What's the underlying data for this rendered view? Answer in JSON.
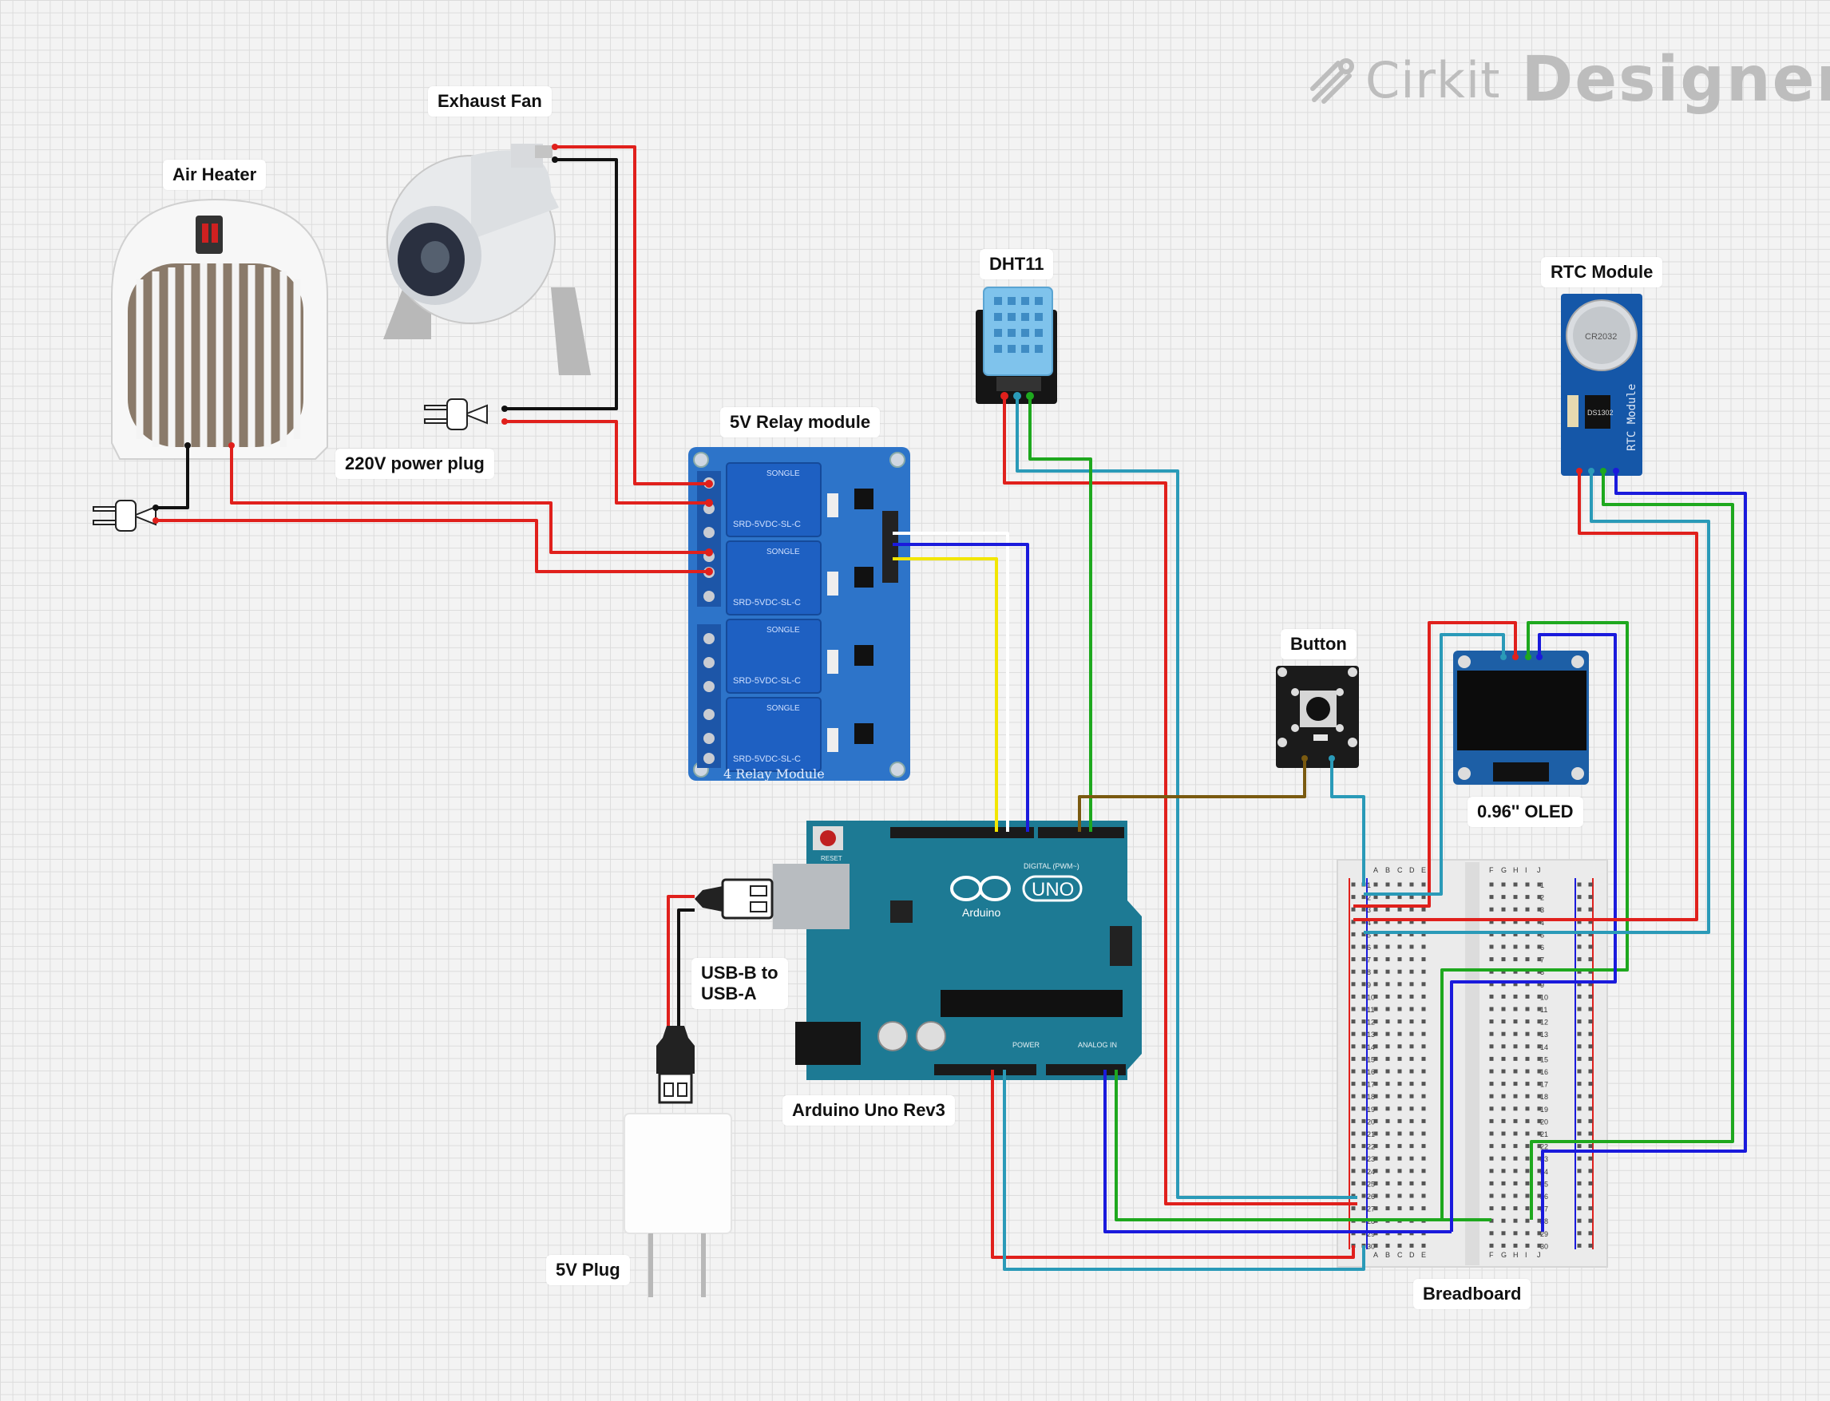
{
  "brand": {
    "name": "Cirkit",
    "product": "Designer",
    "logo_icon": "cirkit-logo-icon"
  },
  "components": {
    "air_heater": "Air Heater",
    "exhaust_fan": "Exhaust Fan",
    "power_plug_220v": "220V power plug",
    "relay_module": "5V Relay module",
    "dht11": "DHT11",
    "rtc_module": "RTC Module",
    "button": "Button",
    "oled": "0.96'' OLED",
    "arduino": "Arduino Uno Rev3",
    "usb_cable_line1": "USB-B to",
    "usb_cable_line2": "USB-A",
    "plug_5v": "5V Plug",
    "breadboard": "Breadboard"
  },
  "relay_board": {
    "silk": "4 Relay Module",
    "relay_brand": "SONGLE",
    "relay_model": "SRD-5VDC-SL-C"
  },
  "rtc_board": {
    "battery": "CR2032",
    "chip": "DS1302",
    "silk": "RTC Module"
  },
  "arduino_board": {
    "logo_text": "UNO",
    "brand_text": "Arduino",
    "digital_label": "DIGITAL (PWM~)",
    "analog_label": "ANALOG IN",
    "power_label": "POWER",
    "reset_label": "RESET"
  },
  "breadboard_board": {
    "cols_left": [
      "A",
      "B",
      "C",
      "D",
      "E"
    ],
    "cols_right": [
      "F",
      "G",
      "H",
      "I",
      "J"
    ],
    "rows": 30
  },
  "wire_colors": {
    "red": "#e0201c",
    "black": "#111111",
    "blue": "#1a1adc",
    "green": "#1ea81e",
    "cyan": "#2a9ab8",
    "yellow": "#f2e600",
    "white": "#ffffff",
    "brown": "#7a5a10"
  }
}
